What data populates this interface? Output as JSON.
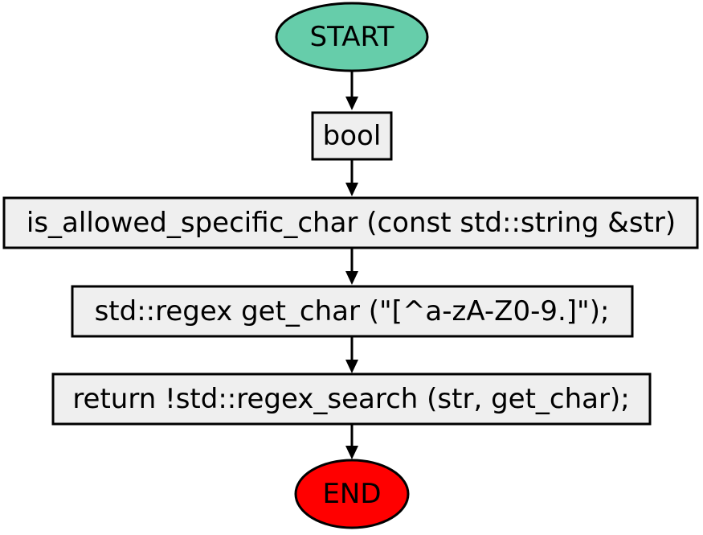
{
  "diagram": {
    "start": {
      "label": "START",
      "color": "#66cdaa"
    },
    "end": {
      "label": "END",
      "color": "#ff0000"
    },
    "box_color": "#efefef",
    "steps": [
      "bool",
      "is_allowed_specific_char (const std::string &str)",
      "std::regex get_char (\"[^a-zA-Z0-9.]\");",
      "return !std::regex_search (str, get_char);"
    ]
  }
}
